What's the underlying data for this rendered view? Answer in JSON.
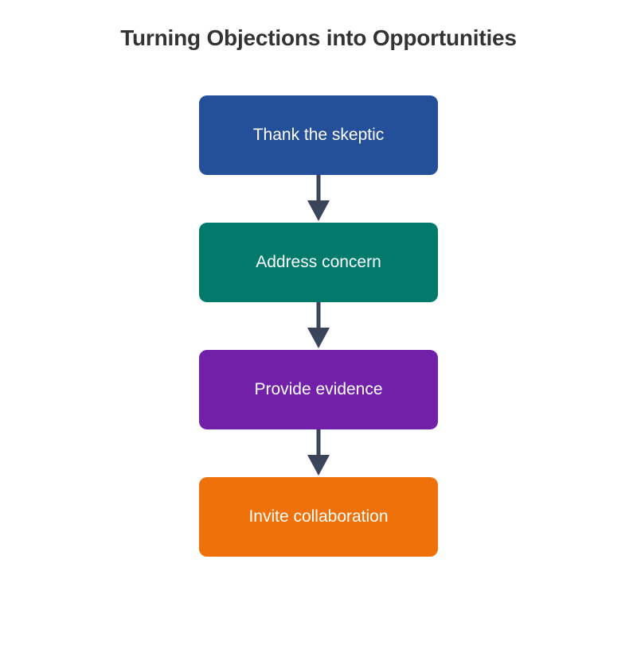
{
  "title": "Turning Objections into Opportunities",
  "chart_data": {
    "type": "diagram",
    "title": "Turning Objections into Opportunities",
    "orientation": "vertical",
    "nodes": [
      {
        "label": "Thank the skeptic",
        "color": "#24509A",
        "text_color": "#ffffff"
      },
      {
        "label": "Address concern",
        "color": "#017A6C",
        "text_color": "#ffffff"
      },
      {
        "label": "Provide evidence",
        "color": "#7320A8",
        "text_color": "#ffffff"
      },
      {
        "label": "Invite collaboration",
        "color": "#EF7109",
        "text_color": "#ffffff"
      }
    ],
    "edges": [
      {
        "from": "Thank the skeptic",
        "to": "Address concern",
        "style": "arrow-down"
      },
      {
        "from": "Address concern",
        "to": "Provide evidence",
        "style": "arrow-down"
      },
      {
        "from": "Provide evidence",
        "to": "Invite collaboration",
        "style": "arrow-down"
      }
    ],
    "arrow_color": "#3A445A",
    "background": "#ffffff",
    "title_color": "#333333"
  }
}
